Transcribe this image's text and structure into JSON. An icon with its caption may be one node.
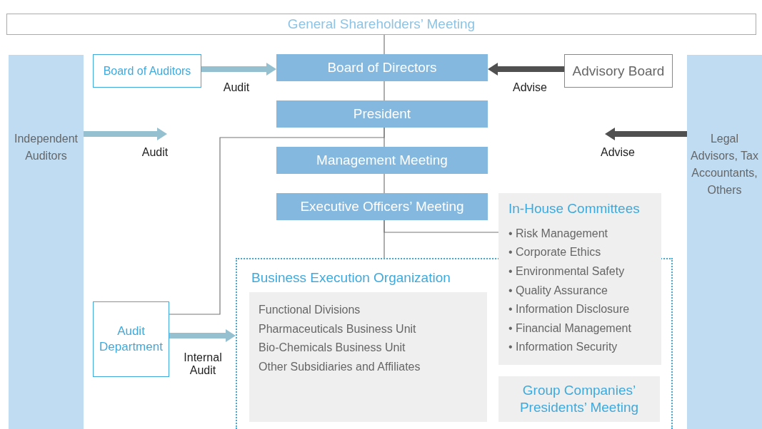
{
  "diagram": {
    "nodes": [
      {
        "text": [
          "General Shareholders’ Meeting"
        ]
      },
      {
        "text": [
          "Independent Auditors"
        ]
      },
      {
        "text": [
          "Board of Auditors"
        ]
      },
      {
        "text": [
          "Board of Directors"
        ]
      },
      {
        "text": [
          "Advisory Board"
        ]
      },
      {
        "text": [
          "President"
        ]
      },
      {
        "text": [
          "Management Meeting"
        ]
      },
      {
        "text": [
          "Executive Officers’ Meeting"
        ]
      },
      {
        "text": [
          "In-House Committees",
          "• Risk Management",
          "• Corporate Ethics",
          "• Environmental Safety",
          "• Quality Assurance",
          "• Information Disclosure",
          "• Financial Management",
          "• Information Security"
        ]
      },
      {
        "text": [
          "Legal Advisors, Tax Accountants, Others"
        ]
      },
      {
        "text": [
          "Business Execution Organization"
        ]
      },
      {
        "text": [
          "Functional Divisions",
          "Pharmaceuticals Business Unit",
          "Bio-Chemicals Business Unit",
          "Other Subsidiaries and Affiliates"
        ],
        "in": 10
      },
      {
        "text": [
          "Group Companies’ Presidents’ Meeting"
        ],
        "in": 10
      },
      {
        "text": [
          "Audit Department"
        ]
      }
    ],
    "edges": [
      {
        "from": 0,
        "to": 3,
        "arrow": "none"
      },
      {
        "from": 3,
        "to": 5,
        "arrow": "none"
      },
      {
        "from": 5,
        "to": 6,
        "arrow": "none"
      },
      {
        "from": 6,
        "to": 7,
        "arrow": "none"
      },
      {
        "from": 7,
        "to": 10,
        "arrow": "none"
      },
      {
        "from": 5,
        "to": 13,
        "arrow": "none"
      },
      {
        "from": 7,
        "to": 8,
        "arrow": "none"
      },
      {
        "from": 2,
        "to": 3,
        "arrow": "to",
        "label": "Audit",
        "style": "thick",
        "color": "#94c0cf"
      },
      {
        "from": 4,
        "to": 3,
        "arrow": "to",
        "label": "Advise",
        "style": "thick",
        "color": "#505050"
      },
      {
        "from": 1,
        "to": null,
        "arrow": "to",
        "label": "Audit",
        "style": "thick",
        "color": "#94c0cf"
      },
      {
        "from": 9,
        "to": null,
        "arrow": "to",
        "label": "Advise",
        "style": "thick",
        "color": "#505050"
      },
      {
        "from": 13,
        "to": 10,
        "arrow": "to",
        "label": "Internal Audit",
        "style": "thick",
        "color": "#94c0cf"
      }
    ]
  }
}
